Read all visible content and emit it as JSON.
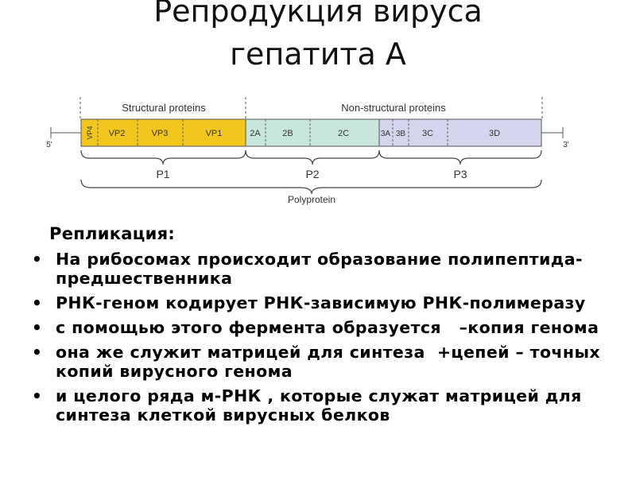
{
  "title": {
    "line1": "Репродукция вируса",
    "line2": "гепатита А"
  },
  "diagram": {
    "colors": {
      "structural": "#f3c61d",
      "p2": "#c9e6dc",
      "p3": "#d5d5ee",
      "outline": "#555555"
    },
    "structural_label": "Structural proteins",
    "nonstructural_label": "Non-structural proteins",
    "five_prime": "5'",
    "three_prime": "3'",
    "segments": {
      "vp4": "VP4",
      "vp2": "VP2",
      "vp3": "VP3",
      "vp1": "VP1",
      "s2a": "2A",
      "s2b": "2B",
      "s2c": "2C",
      "s3a": "3A",
      "s3b": "3B",
      "s3c": "3C",
      "s3d": "3D"
    },
    "p1": "P1",
    "p2": "P2",
    "p3": "P3",
    "polyprotein": "Polyprotein"
  },
  "section": {
    "heading": "Репликация:",
    "bullets": [
      "На рибосомах происходит образование полипептида-предшественника",
      "РНК-геном кодирует РНК-зависимую РНК-полимеразу",
      "с помощью этого фермента образуется   –копия генома",
      "она же служит матрицей для синтеза  +цепей – точных копий вирусного генома",
      "и целого ряда м-РНК , которые служат матрицей для синтеза клеткой вирусных белков"
    ]
  }
}
